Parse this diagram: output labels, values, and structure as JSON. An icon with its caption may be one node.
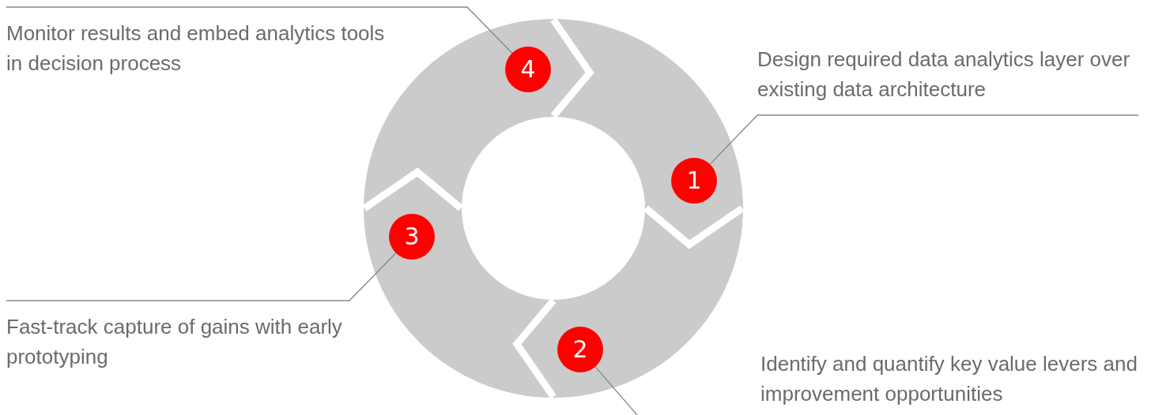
{
  "diagram": {
    "nodes": [
      {
        "text": [
          "Monitor results and embed analytics tools in decision process"
        ]
      },
      {
        "text": [
          "4"
        ]
      },
      {
        "text": [
          "Design required data analytics layer over existing data architecture"
        ]
      },
      {
        "text": [
          "1"
        ]
      },
      {
        "text": [
          "3"
        ]
      },
      {
        "text": [
          "Fast-track capture of gains with early prototyping"
        ]
      },
      {
        "text": [
          "2"
        ]
      },
      {
        "text": [
          "Identify and quantify key value levers and improvement opportunities"
        ]
      }
    ],
    "edges": [
      {
        "from": 0,
        "to": 1,
        "arrow": "none"
      },
      {
        "from": 2,
        "to": 3,
        "arrow": "none"
      },
      {
        "from": 5,
        "to": 4,
        "arrow": "none"
      },
      {
        "from": null,
        "to": 6,
        "arrow": "none"
      }
    ]
  }
}
